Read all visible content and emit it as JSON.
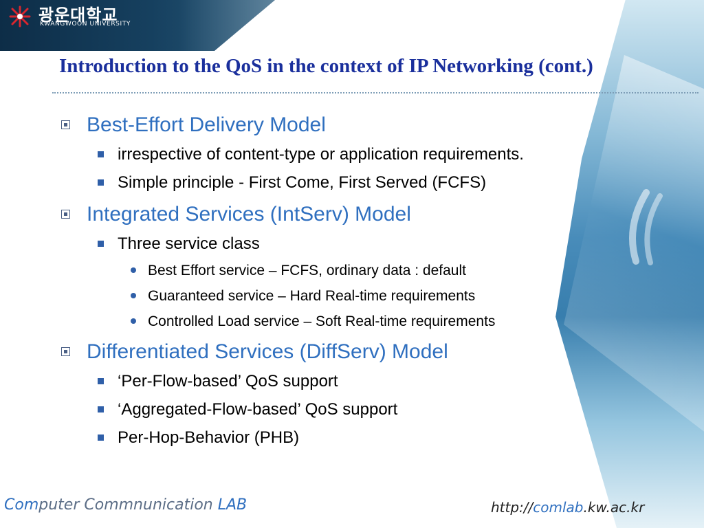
{
  "logo": {
    "korean_name": "광운대학교",
    "english_name": "KWANGWOON UNIVERSITY"
  },
  "slide": {
    "title": "Introduction to the QoS in the context of IP Networking (cont.)"
  },
  "sections": [
    {
      "heading": "Best-Effort Delivery Model",
      "items": [
        {
          "text": "irrespective of content-type or application requirements."
        },
        {
          "text": "Simple principle - First Come, First Served (FCFS)"
        }
      ]
    },
    {
      "heading": "Integrated Services (IntServ) Model",
      "items": [
        {
          "text": "Three service class",
          "subitems": [
            "Best Effort service – FCFS, ordinary data : default",
            "Guaranteed service – Hard Real-time requirements",
            "Controlled Load service – Soft Real-time requirements"
          ]
        }
      ]
    },
    {
      "heading": "Differentiated Services (DiffServ) Model",
      "items": [
        {
          "text": "‘Per-Flow-based’ QoS support"
        },
        {
          "text": "‘Aggregated-Flow-based’ QoS support"
        },
        {
          "text": "Per-Hop-Behavior (PHB)"
        }
      ]
    }
  ],
  "footer": {
    "left_co": "Com",
    "left_rest": "puter Commnunication ",
    "left_lab": "LAB",
    "right_prefix": "http://",
    "right_highlight": "comlab",
    "right_suffix": ".kw.ac.kr"
  },
  "colors": {
    "title": "#1a2f9c",
    "heading": "#2f6fbf",
    "bullet": "#2f5fa8"
  }
}
